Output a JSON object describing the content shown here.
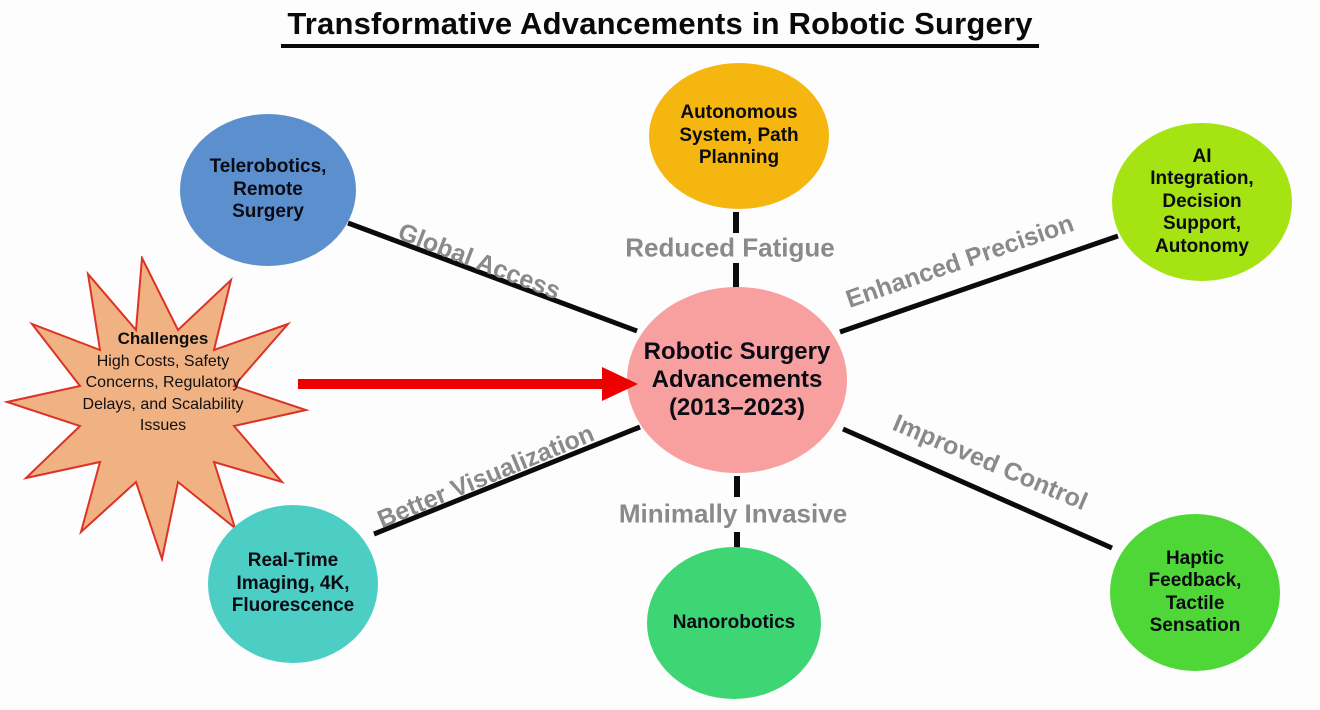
{
  "title": "Transformative Advancements in Robotic Surgery",
  "label_color": "#8A8A8A",
  "line_color": "#0B0B0B",
  "arrow": {
    "color": "#EE0000"
  },
  "nodes": {
    "center": {
      "label": "Robotic Surgery Advancements (2013–2023)",
      "color": "#F8A0A0"
    },
    "autonomous": {
      "label": "Autonomous System, Path Planning",
      "color": "#F6B610"
    },
    "telerobotics": {
      "label": "Telerobotics, Remote Surgery",
      "color": "#5B8FCD"
    },
    "ai": {
      "label": "AI Integration, Decision Support, Autonomy",
      "color": "#A5E313"
    },
    "imaging": {
      "label": "Real-Time Imaging, 4K, Fluorescence",
      "color": "#4DCEC5"
    },
    "nanorobotics": {
      "label": "Nanorobotics",
      "color": "#3ED675"
    },
    "haptic": {
      "label": "Haptic Feedback, Tactile Sensation",
      "color": "#4FD738"
    }
  },
  "edge_labels": {
    "global_access": "Global Access",
    "reduced_fatigue": "Reduced Fatigue",
    "enhanced_precision": "Enhanced Precision",
    "better_visualization": "Better Visualization",
    "minimally_invasive": "Minimally Invasive",
    "improved_control": "Improved Control"
  },
  "challenges": {
    "heading": "Challenges",
    "body": "High Costs, Safety Concerns, Regulatory Delays, and Scalability Issues",
    "fill": "#F0B183",
    "border": "#DC3228"
  }
}
